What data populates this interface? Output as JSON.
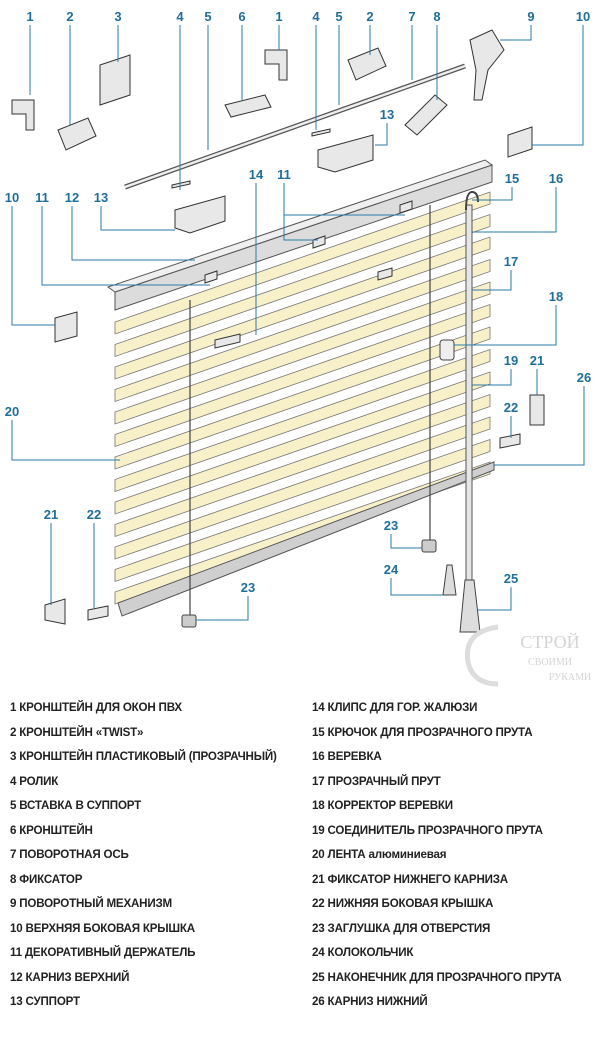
{
  "diagram": {
    "callouts": [
      "1",
      "2",
      "3",
      "4",
      "5",
      "6",
      "1",
      "4",
      "5",
      "2",
      "7",
      "8",
      "9",
      "10",
      "13",
      "14",
      "11",
      "15",
      "16",
      "10",
      "11",
      "12",
      "13",
      "17",
      "18",
      "19",
      "21",
      "26",
      "20",
      "22",
      "21",
      "22",
      "23",
      "24",
      "23",
      "25"
    ],
    "colors": {
      "callout": "#1f6f9a",
      "slat": "#f8f0c8",
      "rail": "#d9d9d9"
    }
  },
  "watermark": {
    "line1": "Строй",
    "line2": "своими",
    "line3": "руками"
  },
  "legend": {
    "left": [
      "1 КРОНШТЕЙН ДЛЯ ОКОН ПВХ",
      "2 КРОНШТЕЙН «TWIST»",
      "3 КРОНШТЕЙН ПЛАСТИКОВЫЙ (ПРОЗРАЧНЫЙ)",
      "4 РОЛИК",
      "5 ВСТАВКА В СУППОРТ",
      "6 КРОНШТЕЙН",
      "7 ПОВОРОТНАЯ ОСЬ",
      "8 ФИКСАТОР",
      "9 ПОВОРОТНЫЙ МЕХАНИЗМ",
      "10 ВЕРХНЯЯ БОКОВАЯ КРЫШКА",
      "11 ДЕКОРАТИВНЫЙ ДЕРЖАТЕЛЬ",
      "12 КАРНИЗ ВЕРХНИЙ",
      "13 СУППОРТ"
    ],
    "right": [
      "14 КЛИПС ДЛЯ ГОР. ЖАЛЮЗИ",
      "15 КРЮЧОК ДЛЯ ПРОЗРАЧНОГО ПРУТА",
      "16 ВЕРЕВКА",
      "17 ПРОЗРАЧНЫЙ ПРУТ",
      "18 КОРРЕКТОР ВЕРЕВКИ",
      "19 СОЕДИНИТЕЛЬ ПРОЗРАЧНОГО ПРУТА",
      "20 ЛЕНТА алюминиевая",
      "21 ФИКСАТОР НИЖНЕГО КАРНИЗА",
      "22 НИЖНЯЯ БОКОВАЯ КРЫШКА",
      "23 ЗАГЛУШКА ДЛЯ ОТВЕРСТИЯ",
      "24 КОЛОКОЛЬЧИК",
      "25 НАКОНЕЧНИК ДЛЯ ПРОЗРАЧНОГО ПРУТА",
      "26 КАРНИЗ НИЖНИЙ"
    ]
  }
}
